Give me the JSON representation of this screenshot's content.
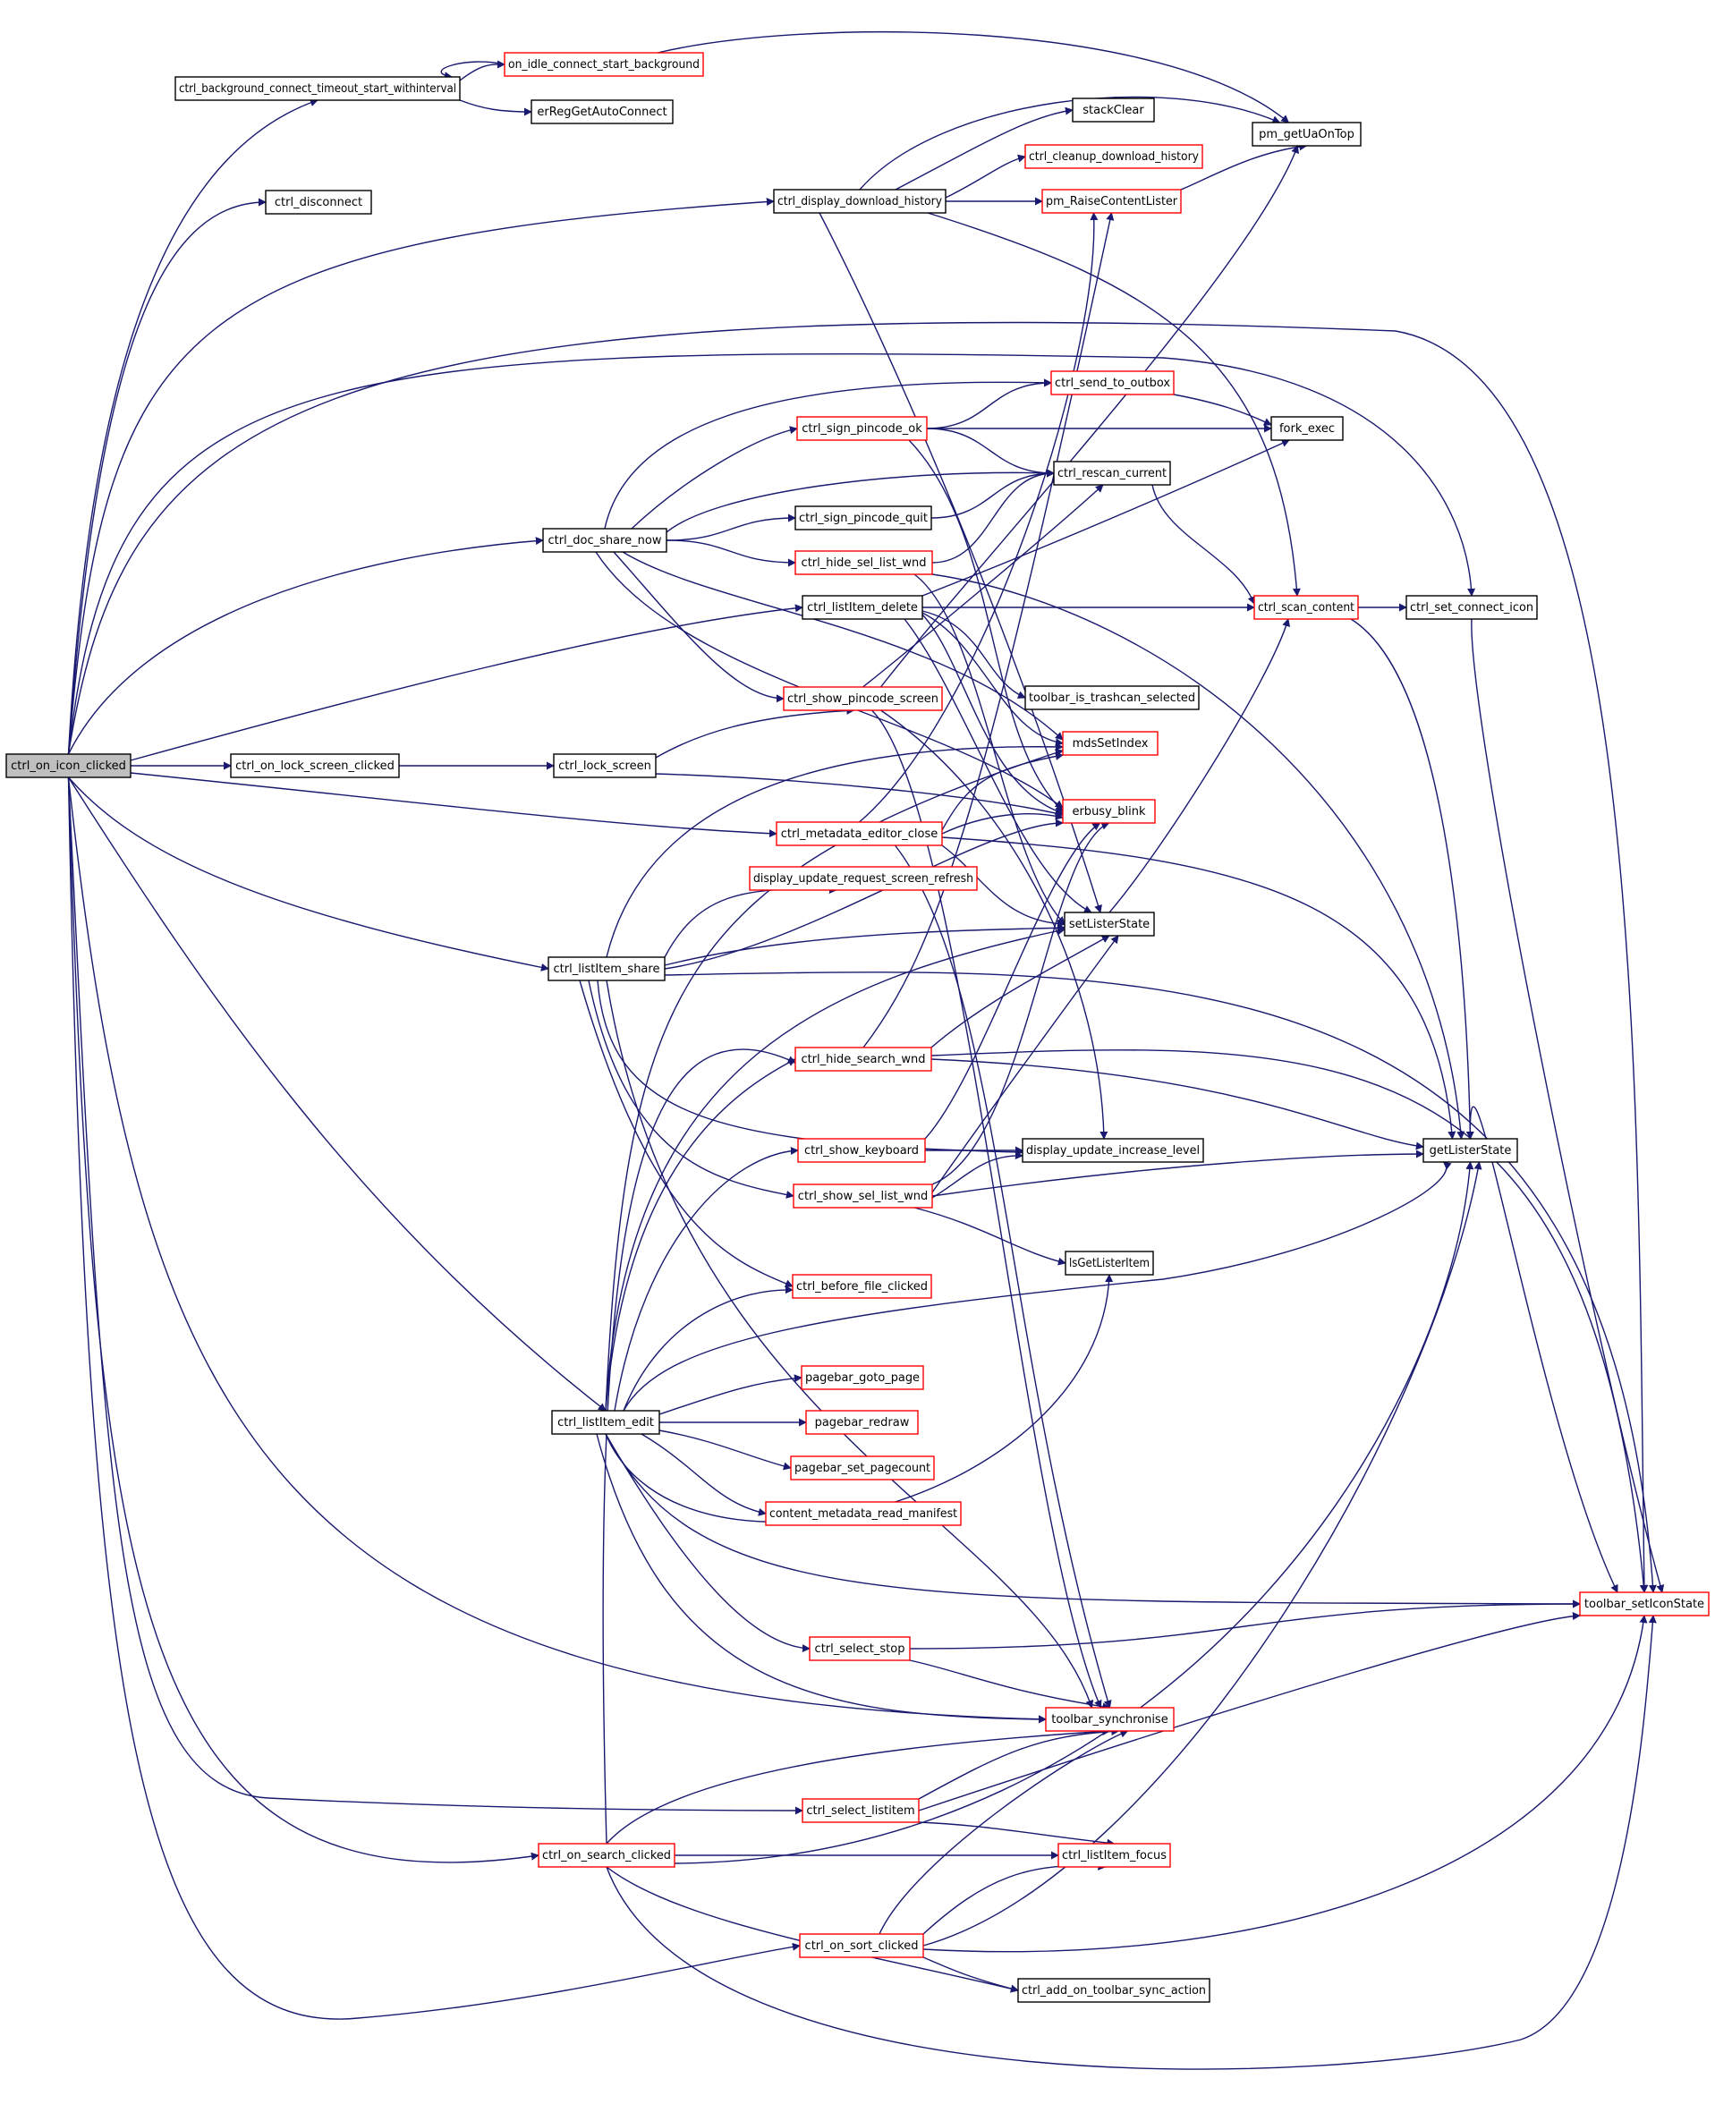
{
  "colors": {
    "edge": "#191970",
    "border_normal": "#000000",
    "border_truncated": "#ff0000",
    "root_fill": "#bfbfbf"
  },
  "nodes": [
    {
      "id": "root",
      "label": "ctrl_on_icon_clicked",
      "root": true
    },
    {
      "id": "bgct",
      "label": "ctrl_background_connect_timeout_start_withinterval"
    },
    {
      "id": "oicsb",
      "label": "on_idle_connect_start_background",
      "truncated": true
    },
    {
      "id": "ergac",
      "label": "erRegGetAutoConnect"
    },
    {
      "id": "disc",
      "label": "ctrl_disconnect"
    },
    {
      "id": "stackc",
      "label": "stackClear"
    },
    {
      "id": "pmua",
      "label": "pm_getUaOnTop"
    },
    {
      "id": "cdh",
      "label": "ctrl_cleanup_download_history",
      "truncated": true
    },
    {
      "id": "ddh",
      "label": "ctrl_display_download_history"
    },
    {
      "id": "pmrcl",
      "label": "pm_RaiseContentLister",
      "truncated": true
    },
    {
      "id": "sto",
      "label": "ctrl_send_to_outbox",
      "truncated": true
    },
    {
      "id": "spok",
      "label": "ctrl_sign_pincode_ok",
      "truncated": true
    },
    {
      "id": "fork",
      "label": "fork_exec"
    },
    {
      "id": "rescan",
      "label": "ctrl_rescan_current"
    },
    {
      "id": "spq",
      "label": "ctrl_sign_pincode_quit"
    },
    {
      "id": "dsn",
      "label": "ctrl_doc_share_now"
    },
    {
      "id": "hslw",
      "label": "ctrl_hide_sel_list_wnd",
      "truncated": true
    },
    {
      "id": "lid",
      "label": "ctrl_listItem_delete"
    },
    {
      "id": "scan",
      "label": "ctrl_scan_content",
      "truncated": true
    },
    {
      "id": "sci",
      "label": "ctrl_set_connect_icon"
    },
    {
      "id": "tits",
      "label": "toolbar_is_trashcan_selected"
    },
    {
      "id": "sps",
      "label": "ctrl_show_pincode_screen",
      "truncated": true
    },
    {
      "id": "mds",
      "label": "mdsSetIndex",
      "truncated": true
    },
    {
      "id": "olsc",
      "label": "ctrl_on_lock_screen_clicked"
    },
    {
      "id": "lock",
      "label": "ctrl_lock_screen"
    },
    {
      "id": "erb",
      "label": "erbusy_blink",
      "truncated": true
    },
    {
      "id": "mec",
      "label": "ctrl_metadata_editor_close",
      "truncated": true
    },
    {
      "id": "dursr",
      "label": "display_update_request_screen_refresh",
      "truncated": true
    },
    {
      "id": "sls",
      "label": "setListerState"
    },
    {
      "id": "lis",
      "label": "ctrl_listItem_share"
    },
    {
      "id": "hsw",
      "label": "ctrl_hide_search_wnd",
      "truncated": true
    },
    {
      "id": "sk",
      "label": "ctrl_show_keyboard",
      "truncated": true
    },
    {
      "id": "duil",
      "label": "display_update_increase_level"
    },
    {
      "id": "gls",
      "label": "getListerState"
    },
    {
      "id": "sslw",
      "label": "ctrl_show_sel_list_wnd",
      "truncated": true
    },
    {
      "id": "igli",
      "label": "lsGetListerItem"
    },
    {
      "id": "bfc",
      "label": "ctrl_before_file_clicked",
      "truncated": true
    },
    {
      "id": "pgp",
      "label": "pagebar_goto_page",
      "truncated": true
    },
    {
      "id": "lie",
      "label": "ctrl_listItem_edit"
    },
    {
      "id": "pr",
      "label": "pagebar_redraw",
      "truncated": true
    },
    {
      "id": "psp",
      "label": "pagebar_set_pagecount",
      "truncated": true
    },
    {
      "id": "cmrm",
      "label": "content_metadata_read_manifest",
      "truncated": true
    },
    {
      "id": "tsis",
      "label": "toolbar_setIconState",
      "truncated": true
    },
    {
      "id": "ss",
      "label": "ctrl_select_stop",
      "truncated": true
    },
    {
      "id": "tsync",
      "label": "toolbar_synchronise",
      "truncated": true
    },
    {
      "id": "sli",
      "label": "ctrl_select_listitem",
      "truncated": true
    },
    {
      "id": "osc",
      "label": "ctrl_on_search_clicked",
      "truncated": true
    },
    {
      "id": "lif",
      "label": "ctrl_listItem_focus",
      "truncated": true
    },
    {
      "id": "osort",
      "label": "ctrl_on_sort_clicked",
      "truncated": true
    },
    {
      "id": "aotsa",
      "label": "ctrl_add_on_toolbar_sync_action"
    }
  ]
}
